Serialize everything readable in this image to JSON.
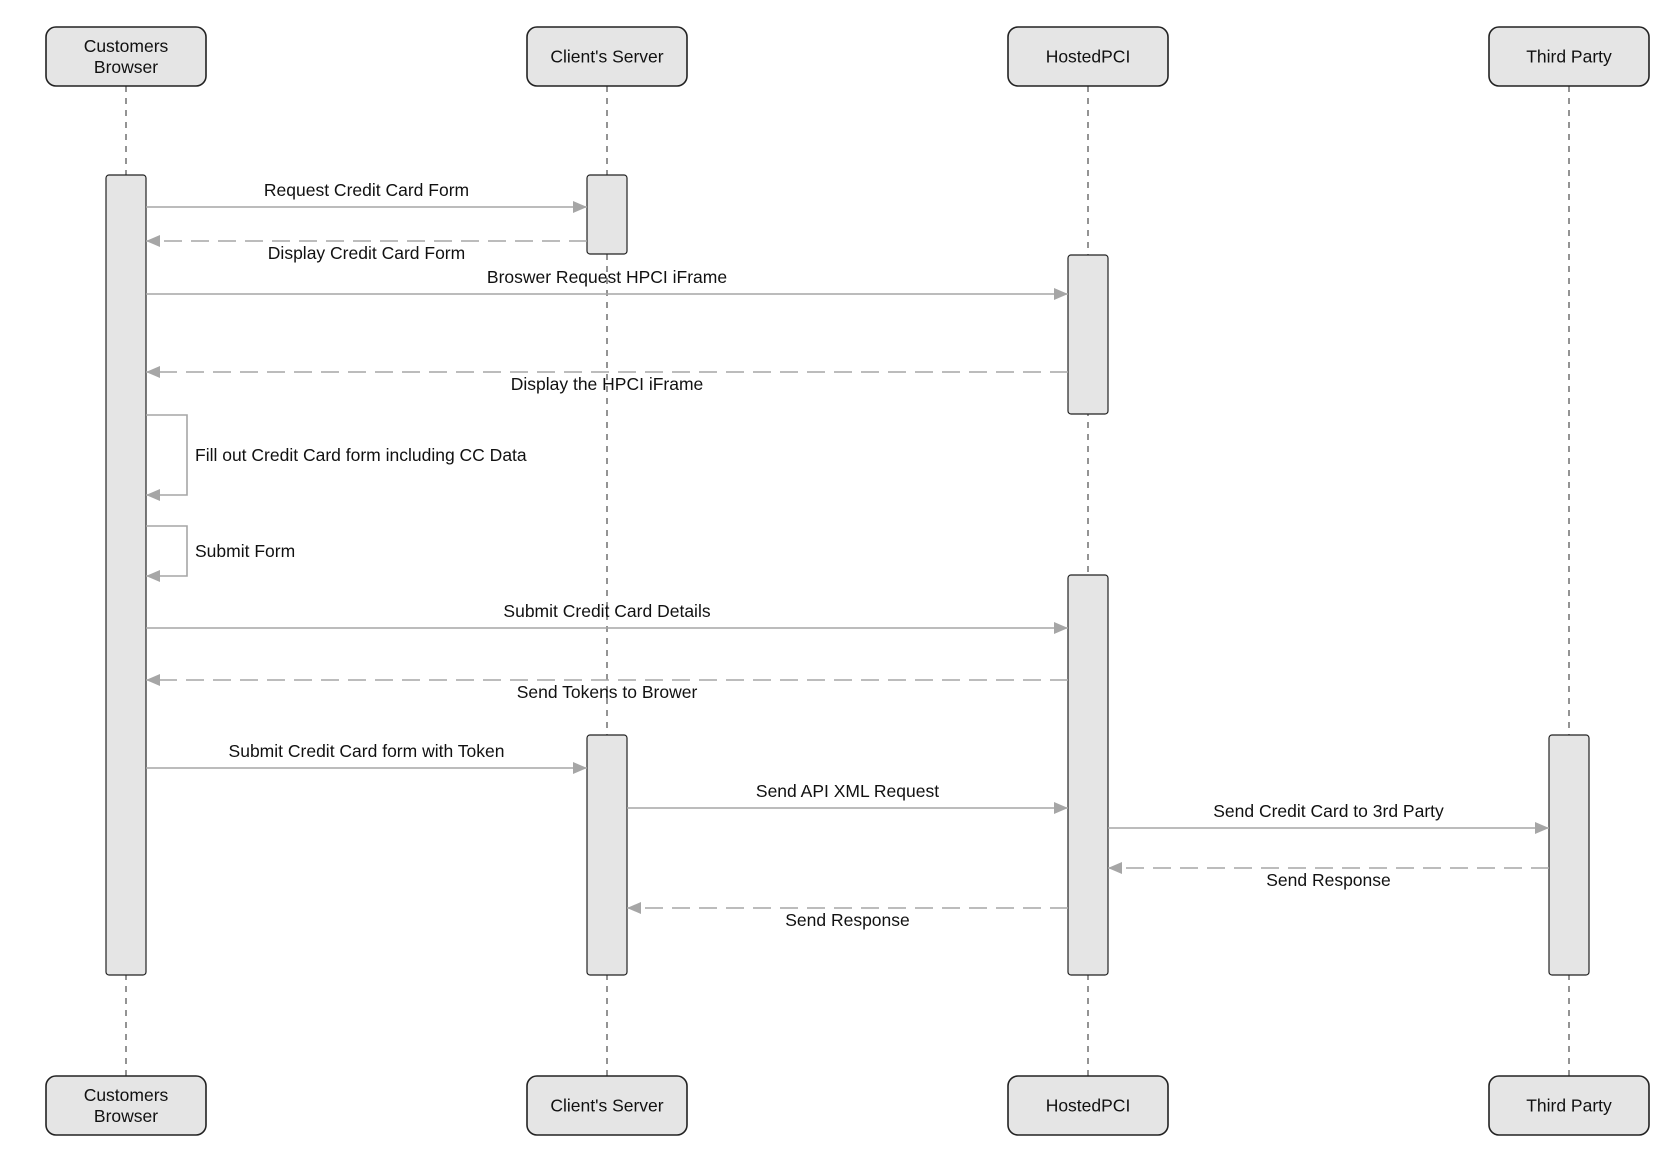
{
  "colors": {
    "box_fill": "#e5e5e5",
    "box_stroke": "#222222",
    "arrow": "#a6a6a6",
    "lifeline": "#7a7a7a",
    "text": "#111111",
    "background": "#ffffff"
  },
  "participants": [
    {
      "id": "browser",
      "label_lines": [
        "Customers",
        "Browser"
      ]
    },
    {
      "id": "server",
      "label_lines": [
        "Client's Server"
      ]
    },
    {
      "id": "hpci",
      "label_lines": [
        "HostedPCI"
      ]
    },
    {
      "id": "third",
      "label_lines": [
        "Third Party"
      ]
    }
  ],
  "messages": [
    {
      "from": "browser",
      "to": "server",
      "kind": "sync",
      "label": "Request Credit Card Form"
    },
    {
      "from": "server",
      "to": "browser",
      "kind": "return",
      "label": "Display Credit Card Form"
    },
    {
      "from": "browser",
      "to": "hpci",
      "kind": "sync",
      "label": "Broswer Request HPCI iFrame"
    },
    {
      "from": "hpci",
      "to": "browser",
      "kind": "return",
      "label": "Display the HPCI iFrame"
    },
    {
      "from": "browser",
      "to": "browser",
      "kind": "self",
      "label": "Fill out Credit Card form including CC Data"
    },
    {
      "from": "browser",
      "to": "browser",
      "kind": "self",
      "label": "Submit Form"
    },
    {
      "from": "browser",
      "to": "hpci",
      "kind": "sync",
      "label": "Submit Credit Card Details"
    },
    {
      "from": "hpci",
      "to": "browser",
      "kind": "return",
      "label": "Send Tokens to Brower"
    },
    {
      "from": "browser",
      "to": "server",
      "kind": "sync",
      "label": "Submit Credit Card form with Token"
    },
    {
      "from": "server",
      "to": "hpci",
      "kind": "sync",
      "label": "Send API XML Request"
    },
    {
      "from": "hpci",
      "to": "third",
      "kind": "sync",
      "label": "Send Credit Card to 3rd Party"
    },
    {
      "from": "third",
      "to": "hpci",
      "kind": "return",
      "label": "Send Response"
    },
    {
      "from": "hpci",
      "to": "server",
      "kind": "return",
      "label": "Send Response"
    }
  ],
  "activations": [
    {
      "participant": "browser",
      "from_message": 0,
      "to_message": 12
    },
    {
      "participant": "server",
      "from_message": 0,
      "to_message": 1
    },
    {
      "participant": "hpci",
      "from_message": 2,
      "to_message": 3
    },
    {
      "participant": "hpci",
      "from_message": 6,
      "to_message": 12
    },
    {
      "participant": "server",
      "from_message": 8,
      "to_message": 12
    },
    {
      "participant": "third",
      "from_message": 10,
      "to_message": 12
    }
  ]
}
